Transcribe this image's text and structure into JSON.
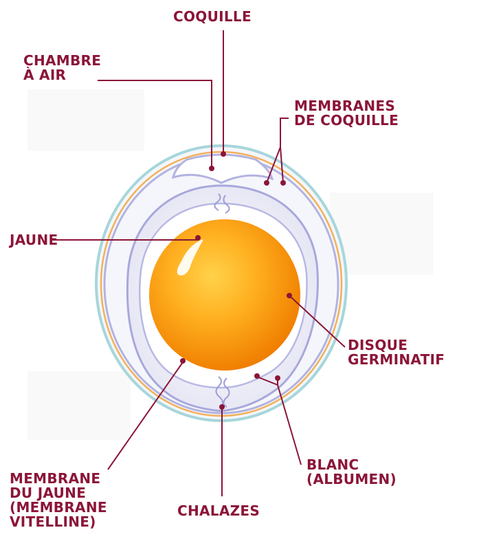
{
  "title": "",
  "labels": {
    "coquille": [
      "COQUILLE"
    ],
    "chambre_a_air": [
      "CHAMBRE",
      "À AIR"
    ],
    "membranes_de_coquille": [
      "MEMBRANES",
      "DE COQUILLE"
    ],
    "jaune": [
      "JAUNE"
    ],
    "disque_germinatif": [
      "DISQUE",
      "GERMINATIF"
    ],
    "blanc": [
      "BLANC",
      "(ALBUMEN)"
    ],
    "membrane_du_jaune": [
      "MEMBRANE",
      "DU JAUNE",
      "(MEMBRANE",
      "VITELLINE)"
    ],
    "chalazes": [
      "CHALAZES"
    ]
  },
  "colors": {
    "label": "#8b1538",
    "leader": "#8b1538",
    "shell_outline": "#9fd3d8",
    "shell_membrane": "#f2b15a",
    "albumen": "#e4e4f4",
    "albumen_outline": "#9c9cd6",
    "yolk_center": "#ffb020",
    "yolk_edge": "#f08a00"
  }
}
